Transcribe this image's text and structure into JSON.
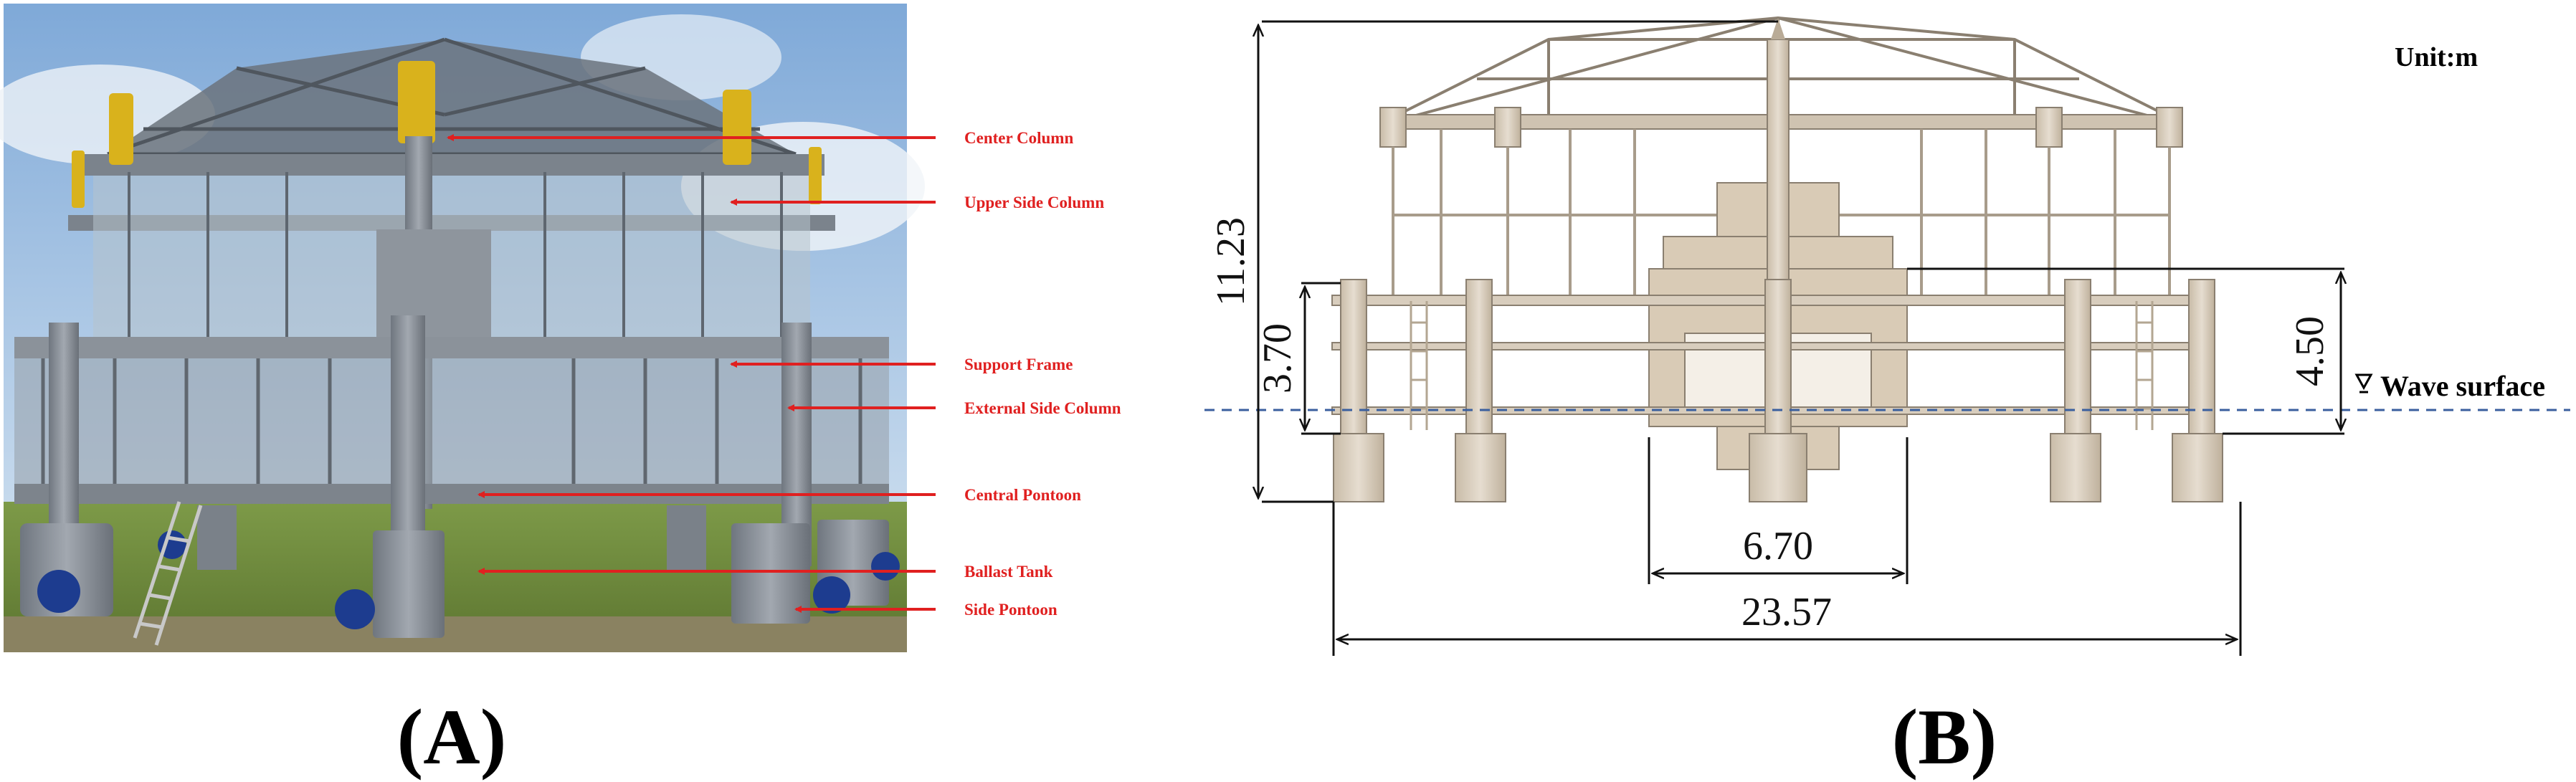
{
  "panel_a": {
    "caption": "(A)",
    "labels": {
      "center_column": "Center Column",
      "upper_side_column": "Upper Side Column",
      "support_frame": "Support Frame",
      "external_side_column": "External Side Column",
      "central_pontoon": "Central Pontoon",
      "ballast_tank": "Ballast Tank",
      "side_pontoon": "Side Pontoon"
    },
    "colors": {
      "label_red": "#e02020",
      "sky": "#9fc3e4",
      "steel": "#8a9099",
      "grass": "#6f8a3e",
      "column_yellow": "#d9b21c"
    }
  },
  "panel_b": {
    "caption": "(B)",
    "unit": "Unit:m",
    "wave_surface": "Wave surface",
    "dimensions": {
      "total_height": "11.23",
      "column_height": "3.70",
      "draft_height": "4.50",
      "center_width": "6.70",
      "total_width": "23.57"
    },
    "colors": {
      "structure": "#d8cdbd",
      "structure_dark": "#b9ab97",
      "waterline": "#3a5f9e"
    }
  }
}
